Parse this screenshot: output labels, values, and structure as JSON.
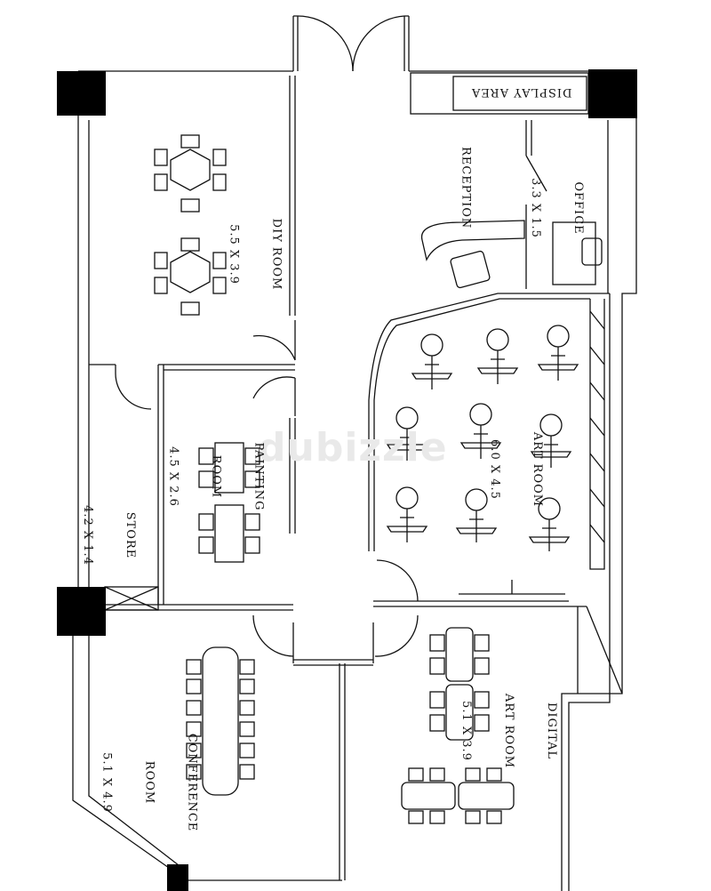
{
  "rooms": {
    "display": {
      "line1": "DISPLAY AREA"
    },
    "office": {
      "line1": "OFFICE",
      "line2": "3.3 X 1.5"
    },
    "reception": {
      "line1": "RECEPTION"
    },
    "diy": {
      "line1": "DIY ROOM",
      "line2": "5.5 X 3.9"
    },
    "painting": {
      "line1": "PAINTING",
      "line2": "ROOM",
      "line3": "4.5 X 2.6"
    },
    "art": {
      "line1": "ART ROOM",
      "line2": "6.0 X 4.5"
    },
    "store": {
      "line1": "STORE",
      "line2": "4.2 X 1.4"
    },
    "conference": {
      "line1": "CONFERENCE",
      "line2": "ROOM",
      "line3": "5.1 X 4.9"
    },
    "digital": {
      "line1": "DIGITAL",
      "line2": "ART ROOM",
      "line3": "5.1 X 3.9"
    }
  },
  "watermark": "dubizzle"
}
